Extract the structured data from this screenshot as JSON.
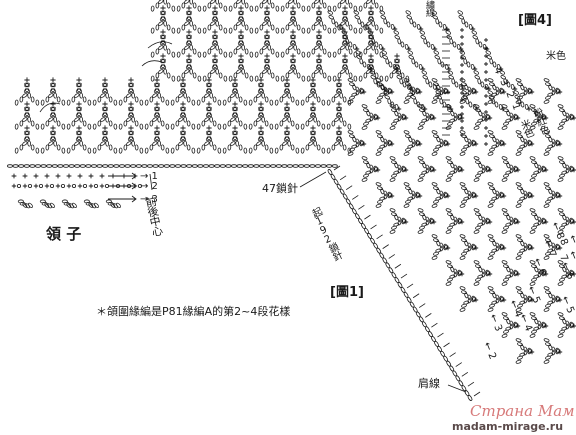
{
  "diagram": {
    "fig4_label": "[圖4]",
    "fig1_label": "[圖1]",
    "collar_title": "領 子",
    "center_label": "前後中心",
    "note": "＊頜圍緣編是P81緣編A的第2~4段花樣",
    "stitch_count_47": "47鎖針",
    "stitch_count_192": "起192鎖針",
    "shoulder_label": "肩線",
    "color_label_beige": "米色",
    "color_label_pink": "粉紅色",
    "color_label_beige2": "米色",
    "partial_label": "繡線",
    "left_rows": [
      "1",
      "2",
      "3"
    ],
    "diag_rows": [
      "2",
      "3",
      "4",
      "5",
      "6",
      "7",
      "8"
    ],
    "right_rows": [
      "4",
      "5",
      "6",
      "7",
      "8"
    ],
    "top_rows": [
      "1",
      "2",
      "3",
      "4"
    ]
  },
  "watermark": {
    "text": "Страна Мам",
    "site": "madam-mirage.ru"
  },
  "colors": {
    "ink": "#1a1a1a",
    "watermark": "#d77a7a"
  }
}
